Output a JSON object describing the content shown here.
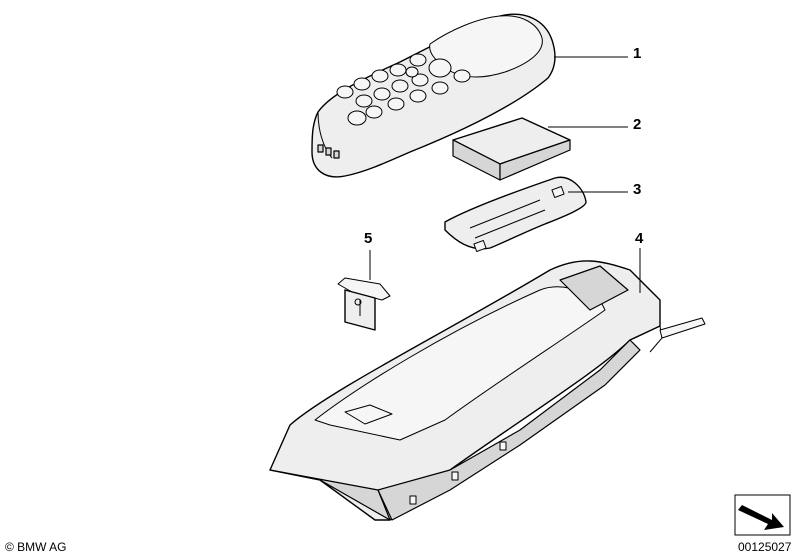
{
  "callouts": [
    {
      "id": "1",
      "label": "1"
    },
    {
      "id": "2",
      "label": "2"
    },
    {
      "id": "3",
      "label": "3"
    },
    {
      "id": "4",
      "label": "4"
    },
    {
      "id": "5",
      "label": "5"
    }
  ],
  "footer": {
    "copyright": "© BMW AG",
    "diagram_number": "00125027"
  },
  "icons": {
    "navigation": "arrow-right-icon"
  }
}
